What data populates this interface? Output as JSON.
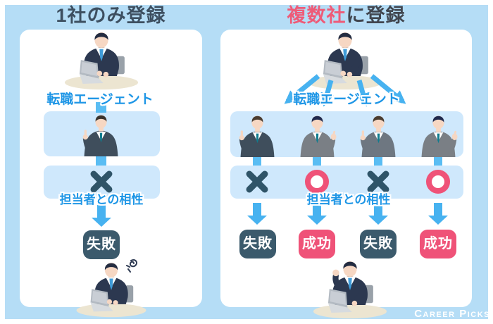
{
  "colors": {
    "background": "#b5ddf6",
    "panel": "#ffffff",
    "box_blue": "#cfe8fc",
    "arrow_blue": "#47b2f0",
    "label_blue": "#1e96e6",
    "dark_slate": "#3b5a6c",
    "pink": "#ef5278"
  },
  "left_panel": {
    "title": "1社のみ登録",
    "agent_label": "転職エージェント",
    "compatibility_label": "担当者との相性",
    "column": {
      "mark": "x",
      "result_label": "失敗",
      "result_type": "fail"
    }
  },
  "right_panel": {
    "title_highlight": "複数社",
    "title_rest": "に登録",
    "agent_label": "転職エージェント",
    "compatibility_label": "担当者との相性",
    "columns": [
      {
        "mark": "x",
        "result_label": "失敗",
        "result_type": "fail"
      },
      {
        "mark": "o",
        "result_label": "成功",
        "result_type": "success"
      },
      {
        "mark": "x",
        "result_label": "失敗",
        "result_type": "fail"
      },
      {
        "mark": "o",
        "result_label": "成功",
        "result_type": "success"
      }
    ]
  },
  "watermark": "Career Picks"
}
